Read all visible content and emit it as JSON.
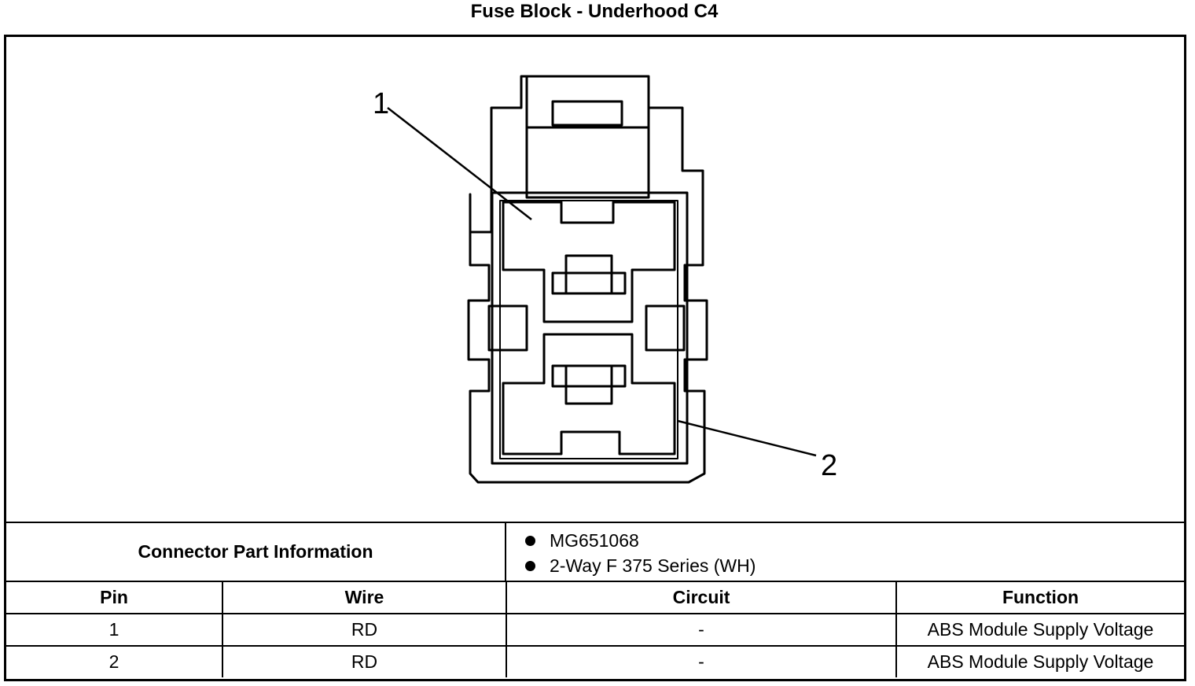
{
  "title": "Fuse Block - Underhood C4",
  "diagram": {
    "pin_labels": [
      "1",
      "2"
    ]
  },
  "connector_info": {
    "label": "Connector Part Information",
    "items": [
      "MG651068",
      "2-Way F 375 Series (WH)"
    ]
  },
  "table": {
    "headers": [
      "Pin",
      "Wire",
      "Circuit",
      "Function"
    ],
    "rows": [
      {
        "pin": "1",
        "wire": "RD",
        "circuit": "-",
        "function": "ABS Module Supply Voltage"
      },
      {
        "pin": "2",
        "wire": "RD",
        "circuit": "-",
        "function": "ABS Module Supply Voltage"
      }
    ]
  }
}
